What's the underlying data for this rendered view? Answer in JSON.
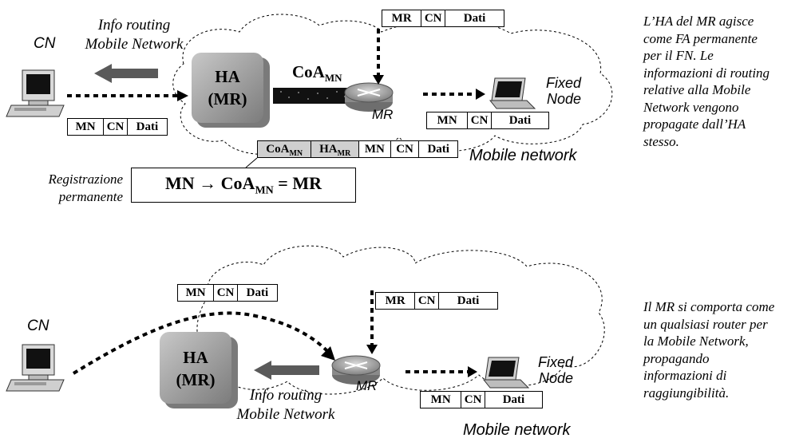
{
  "top": {
    "cn_label": "CN",
    "info_routing": [
      "Info routing",
      "Mobile Network"
    ],
    "ha_lines": [
      "HA",
      "(MR)"
    ],
    "coa_label": "CoA",
    "coa_sub": "MN",
    "mr_label": "MR",
    "fixed_node": [
      "Fixed",
      "Node"
    ],
    "mobile_network": "Mobile network",
    "packet_cn": [
      "MN",
      "CN",
      "Dati"
    ],
    "packet_mr": [
      "MR",
      "CN",
      "Dati"
    ],
    "packet_fixed": [
      "MN",
      "CN",
      "Dati"
    ],
    "packet_tunnel": {
      "coa": "CoA",
      "coa_sub": "MN",
      "ha": "HA",
      "ha_sub": "MR",
      "rest": [
        "MN",
        "CN",
        "Dati"
      ]
    },
    "registration_label": [
      "Registrazione",
      "permanente"
    ],
    "registration_box": {
      "left": "MN → CoA",
      "sub": "MN",
      "right": " = MR"
    },
    "side_text": [
      "L’HA del MR agisce",
      "come FA permanente",
      "per il FN. Le",
      "informazioni di routing",
      "relative alla Mobile",
      "Network vengono",
      "propagate dall’HA",
      "stesso."
    ]
  },
  "bottom": {
    "cn_label": "CN",
    "ha_lines": [
      "HA",
      "(MR)"
    ],
    "info_routing": [
      "Info routing",
      "Mobile Network"
    ],
    "mr_label": "MR",
    "fixed_node": [
      "Fixed",
      "Node"
    ],
    "mobile_network": "Mobile network",
    "packet_top": [
      "MN",
      "CN",
      "Dati"
    ],
    "packet_mr": [
      "MR",
      "CN",
      "Dati"
    ],
    "packet_fixed": [
      "MN",
      "CN",
      "Dati"
    ],
    "side_text": [
      "Il MR si comporta come",
      "un qualsiasi router per",
      "la Mobile Network,",
      "propagando",
      "informazioni di",
      "raggiungibilità."
    ]
  },
  "colors": {
    "ha_box": "#9a9a9a",
    "ha_box_dark": "#7a7a7a",
    "arrow_grey": "#5a5a5a",
    "router": "#a0a0a0",
    "tunnel": "#111111",
    "packet_grey": "#cfcfcf"
  },
  "icons": [
    "computer-icon",
    "router-icon",
    "laptop-icon"
  ]
}
